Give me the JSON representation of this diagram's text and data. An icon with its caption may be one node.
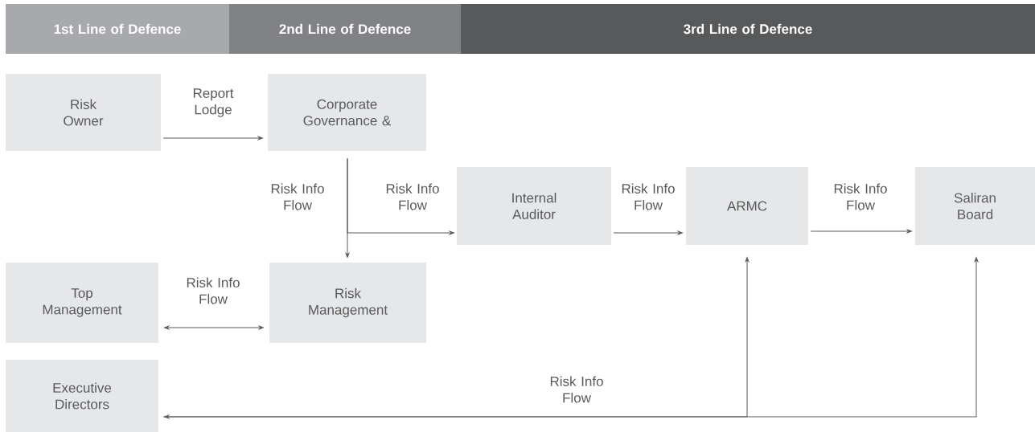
{
  "diagram": {
    "nodes": [
      {
        "text": [
          "1st Line of Defence"
        ]
      },
      {
        "text": [
          "2nd Line of Defence"
        ]
      },
      {
        "text": [
          "3rd Line of Defence"
        ]
      },
      {
        "text": [
          "Risk Owner"
        ]
      },
      {
        "text": [
          "Corporate Governance &"
        ]
      },
      {
        "text": [
          "Internal Auditor"
        ]
      },
      {
        "text": [
          "ARMC"
        ]
      },
      {
        "text": [
          "Saliran Board"
        ]
      },
      {
        "text": [
          "Top Management"
        ]
      },
      {
        "text": [
          "Risk Management"
        ]
      },
      {
        "text": [
          "Executive Directors"
        ]
      }
    ],
    "edges": [
      {
        "from": 3,
        "to": 4,
        "arrow": "to",
        "label": "Report Lodge"
      },
      {
        "from": 4,
        "to": 9,
        "arrow": "to",
        "label": "Risk Info Flow"
      },
      {
        "from": 4,
        "to": 5,
        "arrow": "to",
        "label": "Risk Info Flow"
      },
      {
        "from": 5,
        "to": 6,
        "arrow": "to",
        "label": "Risk Info Flow"
      },
      {
        "from": 6,
        "to": 7,
        "arrow": "to",
        "label": "Risk Info Flow"
      },
      {
        "from": 8,
        "to": 9,
        "arrow": "both",
        "label": "Risk Info Flow"
      },
      {
        "from": 10,
        "to": 6,
        "arrow": "both"
      },
      {
        "from": 10,
        "to": 7,
        "arrow": "both",
        "label": "Risk Info Flow"
      }
    ]
  }
}
